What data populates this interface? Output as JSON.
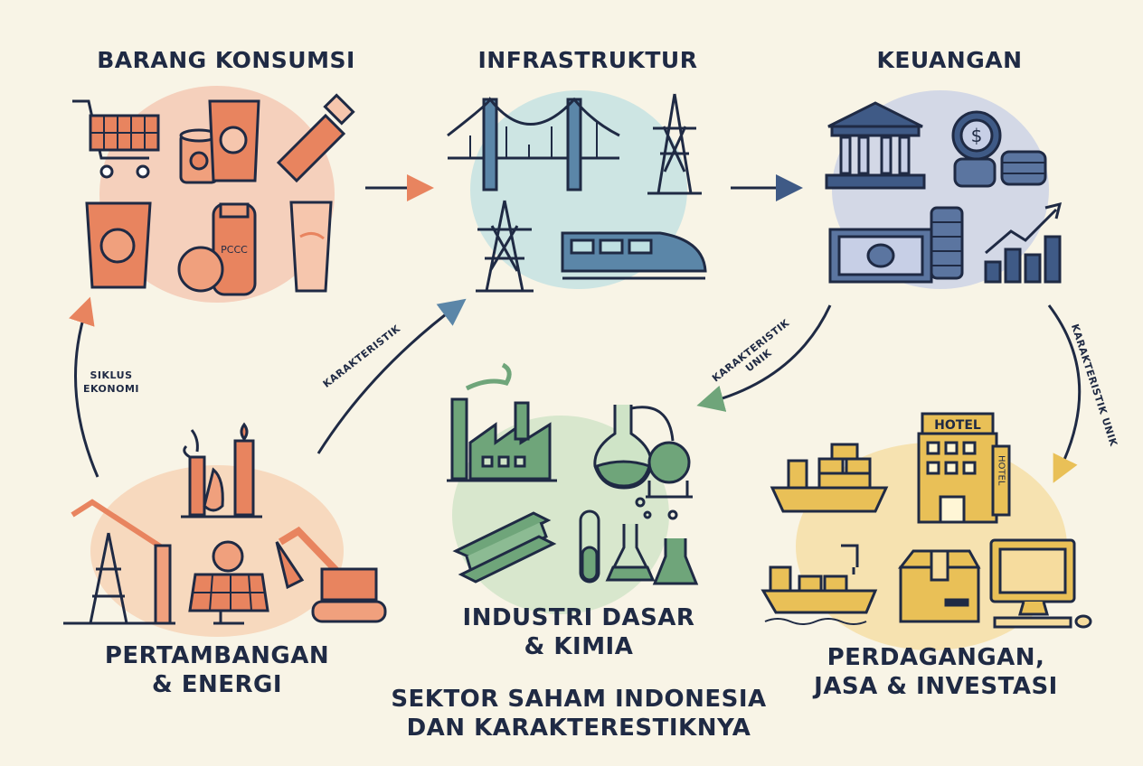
{
  "title_line1": "SEKTOR SAHAM INDONESIA",
  "title_line2": "DAN KARAKTERESTIKNYA",
  "sectors": {
    "consumer": {
      "label": "BARANG KONSUMSI",
      "tint": "#f4b8a0"
    },
    "infrastructure": {
      "label": "INFRASTRUKTUR",
      "tint": "#bfe0e2"
    },
    "finance": {
      "label": "KEUANGAN",
      "tint": "#c7cfe6"
    },
    "mining": {
      "line1": "PERTAMBANGAN",
      "line2": "& ENERGI",
      "tint": "#f6c7a3"
    },
    "industry": {
      "line1": "INDUSTRI DASAR",
      "line2": "& KIMIA",
      "tint": "#cfe4c7"
    },
    "trade": {
      "line1": "PERDAGANGAN,",
      "line2": "JASA & INVESTASI",
      "tint": "#f6dc9e"
    }
  },
  "connectors": {
    "cycle_line1": "SIKLUS",
    "cycle_line2": "EKONOMI",
    "char_label": "KARAKTERISTIK",
    "char_unik_line1": "KARAKTERISTIK",
    "char_unik_line2": "UNIK",
    "char_unik_vertical": "KARAKTERISTIK UNIK"
  },
  "icon_text": {
    "jar_label": "PCCC",
    "hotel_sign": "HOTEL",
    "hotel_vertical": "HOTEL"
  },
  "colors": {
    "ink": "#1f2a44",
    "orange": "#e8845f",
    "blue": "#5b86a8",
    "navy": "#3f5a86",
    "green": "#6fa57a",
    "yellow": "#e9c057"
  }
}
